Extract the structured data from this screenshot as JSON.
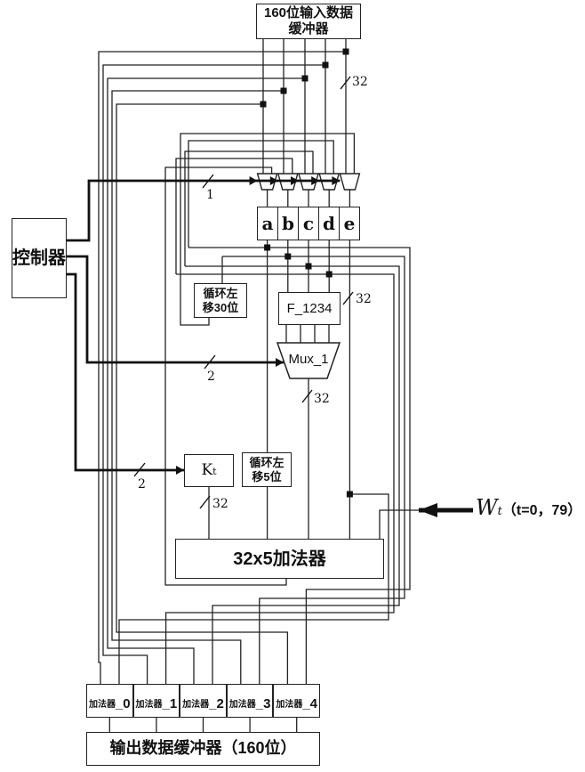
{
  "colors": {
    "line": "#222222",
    "text": "#111111",
    "background": "#ffffff"
  },
  "blocks": {
    "input_buffer": {
      "line1": "160位输入数据",
      "line2": "缓冲器"
    },
    "controller": {
      "label": "控制器"
    },
    "registers": {
      "cells": [
        "a",
        "b",
        "c",
        "d",
        "e"
      ]
    },
    "rol30": {
      "line1": "循环左",
      "line2": "移30位"
    },
    "f1234": {
      "label": "F_1234"
    },
    "mux1": {
      "label": "Mux_1"
    },
    "kt": {
      "base": "K",
      "sub": "t"
    },
    "rol5": {
      "line1": "循环左",
      "line2": "移5位"
    },
    "adder32x5": {
      "label": "32x5加法器"
    },
    "output_adders": [
      {
        "prefix": "加法器",
        "suffix": "_0"
      },
      {
        "prefix": "加法器",
        "suffix": "_1"
      },
      {
        "prefix": "加法器",
        "suffix": "_2"
      },
      {
        "prefix": "加法器",
        "suffix": "_3"
      },
      {
        "prefix": "加法器",
        "suffix": "_4"
      }
    ],
    "output_buffer": {
      "label": "输出数据缓冲器（160位）"
    }
  },
  "bus_labels": {
    "input_bus_width": "32",
    "e_bus_width": "32",
    "mux1_out_width": "32",
    "kt_out_width": "32",
    "mux_select_width": "1",
    "mux1_select_width": "2",
    "kt_select_width": "2"
  },
  "wt_label": {
    "base": "W",
    "sub": "t",
    "rest": "（t=0，79）"
  }
}
